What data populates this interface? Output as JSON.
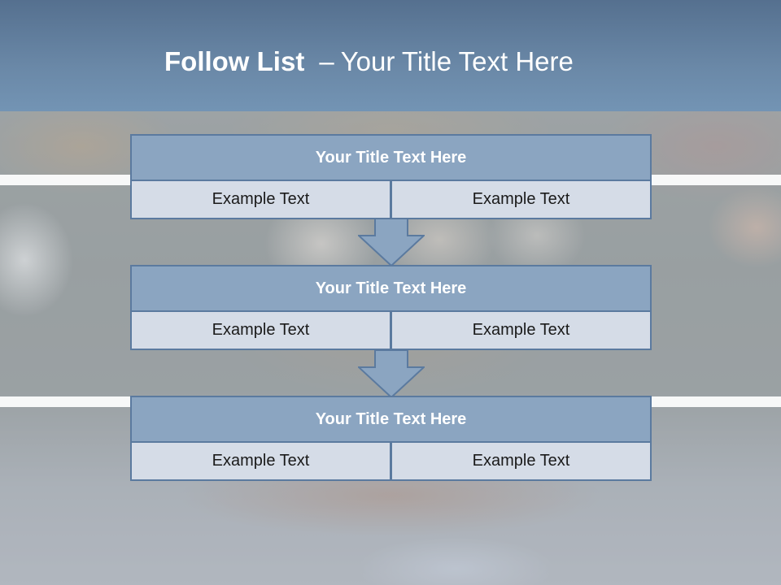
{
  "slide": {
    "title_bold": "Follow List",
    "title_dash": "–",
    "title_rest": "Your Title Text Here"
  },
  "steps": [
    {
      "title": "Your Title Text Here",
      "cells": [
        "Example Text",
        "Example Text"
      ]
    },
    {
      "title": "Your Title Text Here",
      "cells": [
        "Example Text",
        "Example Text"
      ]
    },
    {
      "title": "Your Title Text Here",
      "cells": [
        "Example Text",
        "Example Text"
      ]
    }
  ],
  "colors": {
    "header_band": "#6a88a7",
    "step_title_fill": "#8ba5c1",
    "step_cell_fill": "#d5dce7",
    "border": "#5b7a9f",
    "arrow_fill": "#8ba5c1"
  },
  "icons": {
    "connector": "down-arrow-icon"
  }
}
